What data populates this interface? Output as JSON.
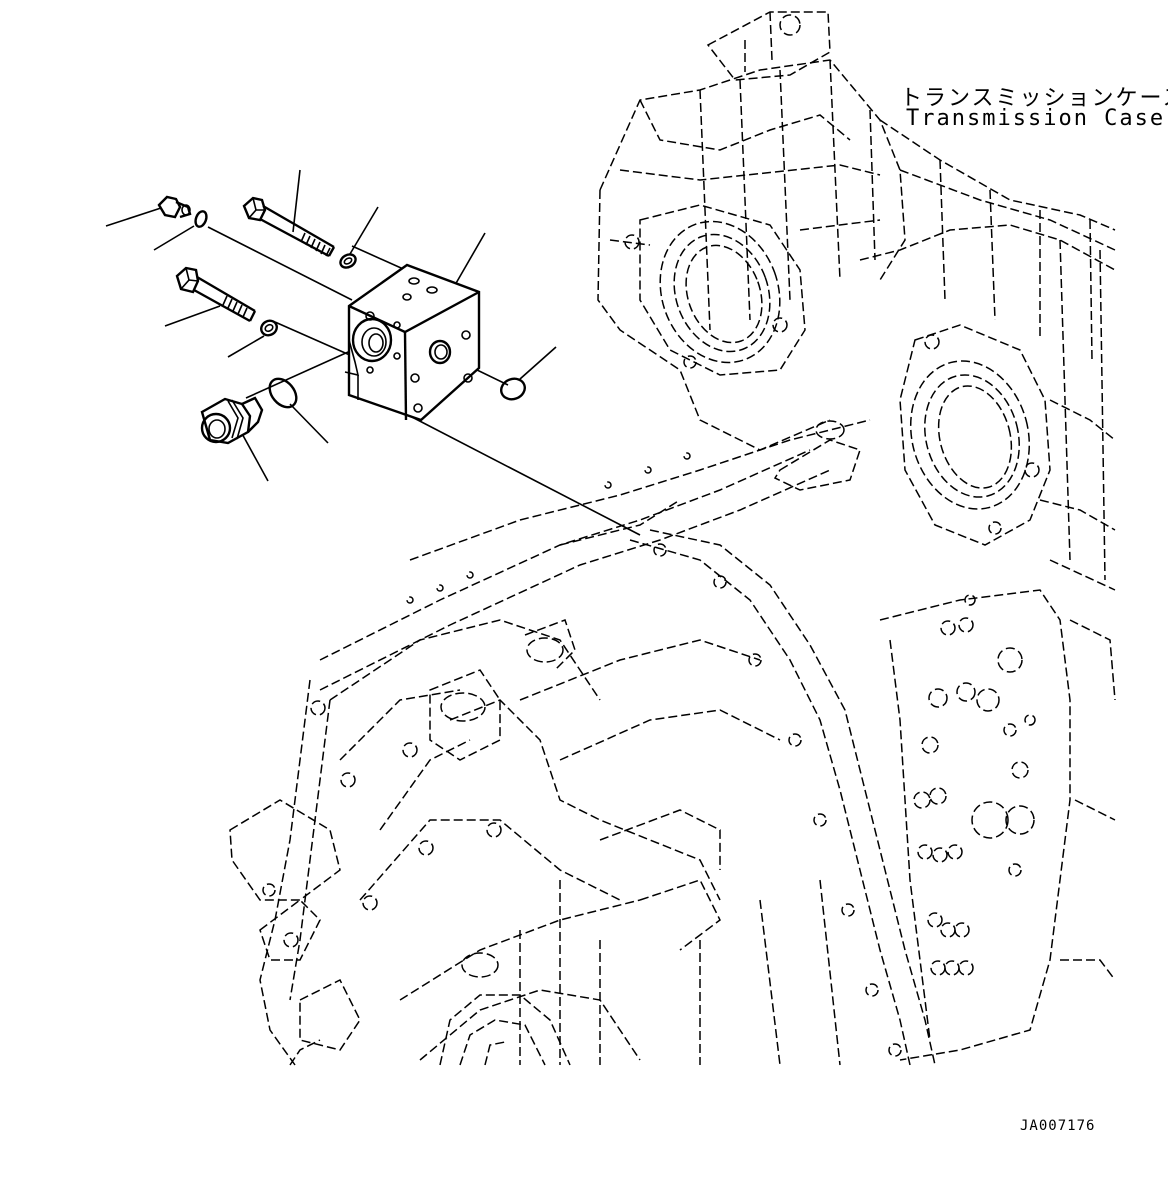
{
  "labels": {
    "case_japanese": "トランスミッションケース",
    "case_english": "Transmission Case",
    "drawing_code": "JA007176"
  },
  "icons": [
    "valve-block-icon",
    "bolt-icon",
    "washer-icon",
    "o-ring-icon",
    "plug-icon",
    "transmission-case-icon"
  ]
}
